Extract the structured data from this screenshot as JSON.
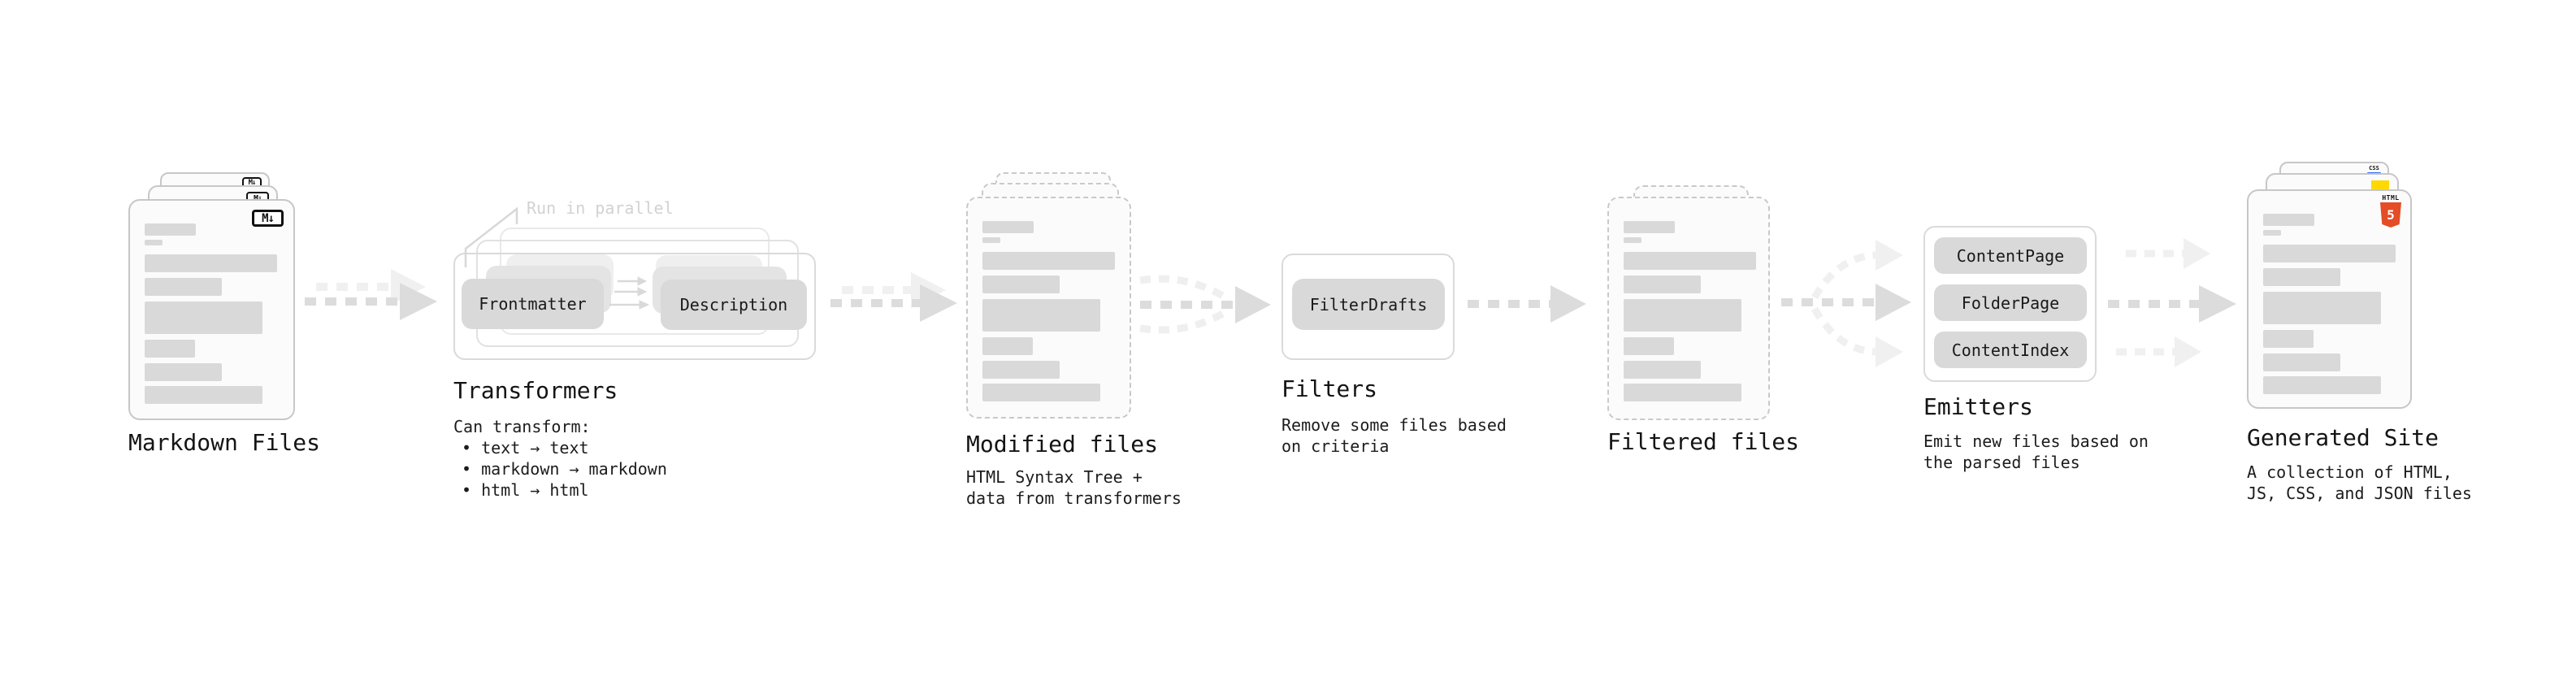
{
  "diagram": {
    "sections": {
      "markdown_files": {
        "label": "Markdown Files",
        "icon": "M↓"
      },
      "transformers": {
        "label": "Transformers",
        "annotation": "Run in parallel",
        "input_pill": "Frontmatter",
        "output_pill": "Description",
        "description_title": "Can transform:",
        "bullets": [
          "• text → text",
          "• markdown → markdown",
          "• html → html"
        ]
      },
      "modified_files": {
        "label": "Modified files",
        "description": "HTML Syntax Tree +\ndata from transformers"
      },
      "filters": {
        "label": "Filters",
        "pill": "FilterDrafts",
        "description": "Remove some files based\non criteria"
      },
      "filtered_files": {
        "label": "Filtered files"
      },
      "emitters": {
        "label": "Emitters",
        "pills": [
          "ContentPage",
          "FolderPage",
          "ContentIndex"
        ],
        "description": "Emit new files based on\nthe parsed files"
      },
      "generated_site": {
        "label": "Generated Site",
        "description": "A collection of HTML,\nJS, CSS, and JSON files",
        "html_badge_caption": "HTML",
        "html_badge_number": "5",
        "css_badge_caption": "CSS"
      }
    },
    "colors": {
      "bar_gray": "#d9d9d9",
      "arrow_dark": "#dcdcdc",
      "arrow_light": "#f0f0f0",
      "html5_orange": "#e44d26",
      "js_yellow": "#ffd900",
      "css_blue": "#2b6bf3"
    }
  }
}
